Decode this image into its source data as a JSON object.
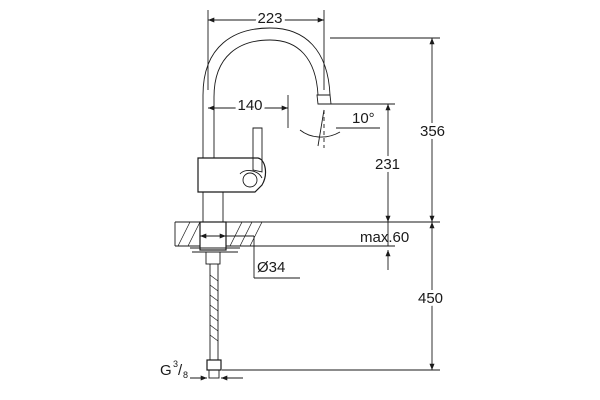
{
  "dimensions": {
    "spout_reach": "223",
    "lever_reach": "140",
    "spout_angle": "10°",
    "total_height": "356",
    "spout_height": "231",
    "deck_thickness": "max.60",
    "hole_diameter": "Ø34",
    "hose_length": "450",
    "thread_main": "G",
    "thread_numerator": "3",
    "thread_slash": "/",
    "thread_denominator": "8"
  }
}
